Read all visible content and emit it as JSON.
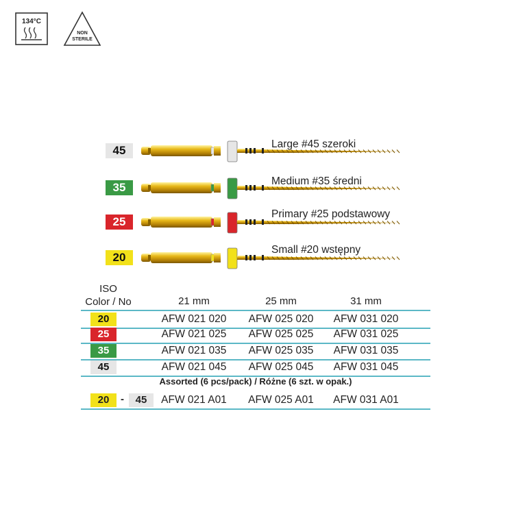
{
  "icons": {
    "temperature_label": "134°C",
    "nonsterile_line1": "NON",
    "nonsterile_line2": "STERILE"
  },
  "files": [
    {
      "iso": "45",
      "color": "#e6e6e6",
      "caption": "Large #45 szeroki"
    },
    {
      "iso": "35",
      "color": "#3a9a45",
      "caption": "Medium #35 średni"
    },
    {
      "iso": "25",
      "color": "#d9252b",
      "caption": "Primary #25 podstawowy"
    },
    {
      "iso": "20",
      "color": "#f2e11a",
      "caption": "Small #20 wstępny"
    }
  ],
  "table": {
    "header_iso_line1": "ISO",
    "header_iso_line2": "Color / No",
    "columns": [
      "21 mm",
      "25 mm",
      "31 mm"
    ],
    "rows": [
      {
        "iso": "20",
        "color": "#f2e11a",
        "cells": [
          "AFW 021 020",
          "AFW 025 020",
          "AFW 031 020"
        ]
      },
      {
        "iso": "25",
        "color": "#d9252b",
        "cells": [
          "AFW 021 025",
          "AFW 025 025",
          "AFW 031 025"
        ]
      },
      {
        "iso": "35",
        "color": "#3a9a45",
        "cells": [
          "AFW 021 035",
          "AFW 025 035",
          "AFW 031 035"
        ]
      },
      {
        "iso": "45",
        "color": "#e6e6e6",
        "cells": [
          "AFW 021 045",
          "AFW 025 045",
          "AFW 031 045"
        ]
      }
    ],
    "assorted_label": "Assorted (6 pcs/pack) / Różne (6 szt. w opak.)",
    "assorted_row": {
      "iso_from": "20",
      "iso_from_color": "#f2e11a",
      "separator": "-",
      "iso_to": "45",
      "iso_to_color": "#e6e6e6",
      "cells": [
        "AFW 021 A01",
        "AFW 025 A01",
        "AFW 031 A01"
      ]
    }
  }
}
